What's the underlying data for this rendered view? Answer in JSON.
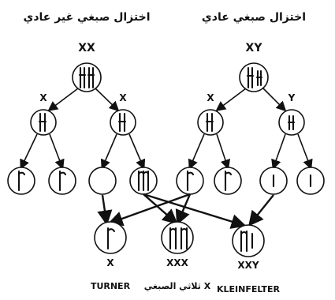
{
  "titles": {
    "abnormal": "اختزال صبغي غير عادي",
    "normal": "اختزال صبغي عادي"
  },
  "parents": {
    "abnormal": "XX",
    "normal": "XY"
  },
  "gametes": {
    "abnormal_left": "X",
    "abnormal_right": "X",
    "normal_left": "X",
    "normal_right": "Y"
  },
  "offspring": [
    {
      "karyotype": "X",
      "syndrome": "TURNER"
    },
    {
      "karyotype": "XXX",
      "syndrome": "ثلاثي الصبغي X"
    },
    {
      "karyotype": "XXY",
      "syndrome": "KLEINFELTER"
    }
  ],
  "colors": {
    "ink": "#111111",
    "background": "#ffffff"
  }
}
